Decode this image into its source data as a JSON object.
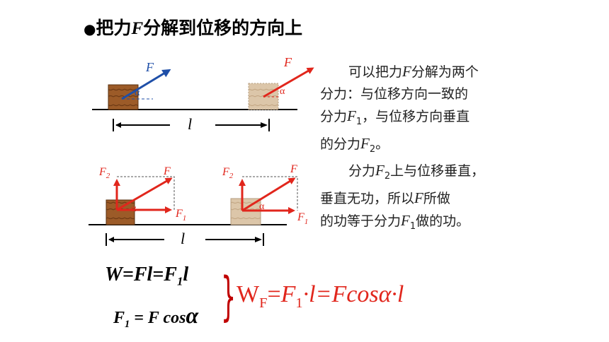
{
  "title": {
    "bullet": "●",
    "prefix": "把力",
    "var": "F",
    "suffix": "分解到位移的方向上"
  },
  "para1": {
    "l1_a": "可以把力",
    "l1_var": "F",
    "l1_b": "分解为两个",
    "l2": "分力：与位移方向一致的",
    "l3_a": "分力",
    "l3_var": "F",
    "l3_sub": "1",
    "l3_b": "，与位移方向垂直",
    "l4_a": "的分力",
    "l4_var": "F",
    "l4_sub": "2",
    "l4_b": "。"
  },
  "para2": {
    "l1_a": "分力",
    "l1_var": "F",
    "l1_sub": "2",
    "l1_b": "上与位移垂直，",
    "l2_a": "垂直无功，所以",
    "l2_var": "F",
    "l2_b": "所做",
    "l3_a": "的功等于分力",
    "l3_var": "F",
    "l3_sub": "1",
    "l3_b": "做的功。"
  },
  "diagram": {
    "label_F": "F",
    "label_F1": "F",
    "label_F2": "F",
    "sub_1": "1",
    "sub_2": "2",
    "label_alpha": "α",
    "label_l": "l"
  },
  "formula1": {
    "a": "W=Fl=F",
    "sub": "1",
    "b": "l"
  },
  "formula2": {
    "a": "F",
    "sub": "1",
    "b": " = F cos",
    "alpha": "α"
  },
  "brace": "}",
  "result": {
    "w": "W",
    "w_sub": "F",
    "eq": "=",
    "f": "F",
    "f_sub": "1",
    "rest": "·l=Fcosα·l"
  },
  "colors": {
    "red": "#e1261c",
    "blue": "#1f4fa8",
    "wood": "#a0612a",
    "wood_light": "#d9c3a8"
  }
}
